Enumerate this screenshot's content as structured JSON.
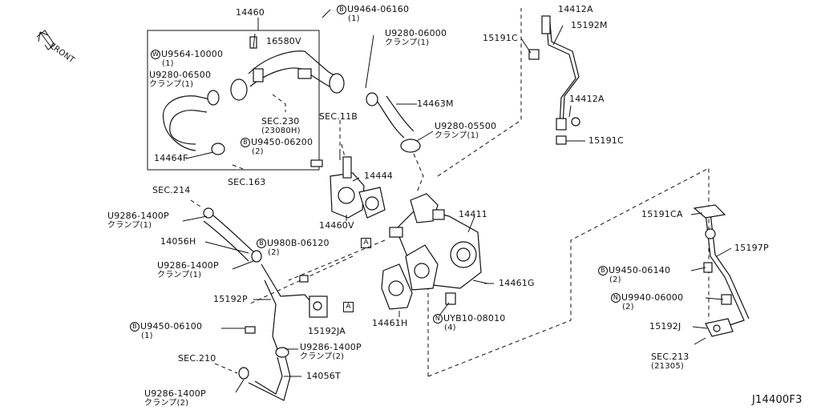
{
  "front_label": "FRONT",
  "diagram_code": "J14400F3",
  "callouts": {
    "p14460": "14460",
    "b9464": "U9464-06160",
    "b9464_qty": "(1)",
    "p16580": "16580V",
    "w9564": "U9564-10000",
    "w9564_qty": "(1)",
    "u9280_650": "U9280-06500",
    "u9280_650_sub": "クランプ(1)",
    "sec230": "SEC.230",
    "sec230_sub": "(23080H)",
    "p14464f": "14464F",
    "sec163": "SEC.163",
    "u9280_600": "U9280-06000",
    "u9280_600_sub": "クランプ(1)",
    "p14463m": "14463M",
    "sec11b": "SEC.11B",
    "u9280_550": "U9280-05500",
    "u9280_550_sub": "クランプ(1)",
    "b9450_620": "U9450-06200",
    "b9450_620_qty": "(2)",
    "p14444": "14444",
    "p14460v": "14460V",
    "p14412a_top": "14412A",
    "p15191c_top": "15191C",
    "p15192m": "15192M",
    "p14412a_mid": "14412A",
    "p15191c_mid": "15191C",
    "sec214": "SEC.214",
    "u9286_a": "U9286-1400P",
    "u9286_a_sub": "クランプ(1)",
    "p14056h": "14056H",
    "b980b": "U980B-06120",
    "b980b_qty": "(2)",
    "u9286_b": "U9286-1400P",
    "u9286_b_sub": "クランプ(1)",
    "p15192p": "15192P",
    "b9450_610": "U9450-06100",
    "b9450_610_qty": "(1)",
    "p15192ja": "15192JA",
    "ref_a_left": "A",
    "ref_a_right": "A",
    "p14461h": "14461H",
    "p14411": "14411",
    "p14461g": "14461G",
    "nyb10": "UYB10-08010",
    "nyb10_qty": "(4)",
    "sec210": "SEC.210",
    "u9286_c": "U9286-1400P",
    "u9286_c_sub": "クランプ(2)",
    "p14056t": "14056T",
    "u9286_d": "U9286-1400P",
    "u9286_d_sub": "クランプ(2)",
    "p15191ca": "15191CA",
    "p15197p": "15197P",
    "b9450_614": "U9450-06140",
    "b9450_614_qty": "(2)",
    "n9940": "U9940-06000",
    "n9940_qty": "(2)",
    "p15192j": "15192J",
    "sec213": "SEC.213",
    "sec213_sub": "(21305)"
  }
}
